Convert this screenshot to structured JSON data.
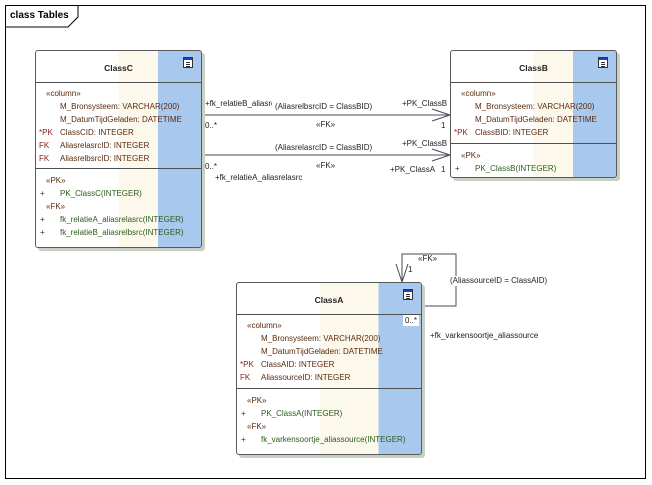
{
  "frame": {
    "label": "class Tables"
  },
  "classes": {
    "classC": {
      "name": "ClassC",
      "columns_stereotype": "«column»",
      "columns": [
        {
          "prefix": "",
          "text": "M_Bronsysteem: VARCHAR(200)"
        },
        {
          "prefix": "",
          "text": "M_DatumTijdGeladen: DATETIME"
        },
        {
          "prefix": "*PK",
          "text": "ClassCID: INTEGER"
        },
        {
          "prefix": "FK",
          "text": "AliasrelasrcID: INTEGER"
        },
        {
          "prefix": "FK",
          "text": "AliasrelbsrcID: INTEGER"
        }
      ],
      "pk_stereotype": "«PK»",
      "pk_ops": [
        {
          "prefix": "+",
          "text": "PK_ClassC(INTEGER)"
        }
      ],
      "fk_stereotype": "«FK»",
      "fk_ops": [
        {
          "prefix": "+",
          "text": "fk_relatieA_aliasrelasrc(INTEGER)"
        },
        {
          "prefix": "+",
          "text": "fk_relatieB_aliasrelbsrc(INTEGER)"
        }
      ]
    },
    "classB": {
      "name": "ClassB",
      "columns_stereotype": "«column»",
      "columns": [
        {
          "prefix": "",
          "text": "M_Bronsysteem: VARCHAR(200)"
        },
        {
          "prefix": "",
          "text": "M_DatumTijdGeladen: DATETIME"
        },
        {
          "prefix": "*PK",
          "text": "ClassBID: INTEGER"
        }
      ],
      "pk_stereotype": "«PK»",
      "pk_ops": [
        {
          "prefix": "+",
          "text": "PK_ClassB(INTEGER)"
        }
      ]
    },
    "classA": {
      "name": "ClassA",
      "columns_stereotype": "«column»",
      "columns": [
        {
          "prefix": "",
          "text": "M_Bronsysteem: VARCHAR(200)"
        },
        {
          "prefix": "",
          "text": "M_DatumTijdGeladen: DATETIME"
        },
        {
          "prefix": "*PK",
          "text": "ClassAID: INTEGER"
        },
        {
          "prefix": "FK",
          "text": "AliassourceID: INTEGER"
        }
      ],
      "pk_stereotype": "«PK»",
      "pk_ops": [
        {
          "prefix": "+",
          "text": "PK_ClassA(INTEGER)"
        }
      ],
      "fk_stereotype": "«FK»",
      "fk_ops": [
        {
          "prefix": "+",
          "text": "fk_varkensoortje_aliassource(INTEGER)"
        }
      ]
    }
  },
  "connectors": {
    "relB": {
      "source_role": "+fk_relatieB_aliasrelbsrc",
      "constraint": "(AliasrelbsrcID = ClassBID)",
      "stereotype": "«FK»",
      "source_mult": "0..*",
      "target_role": "+PK_ClassB",
      "target_mult": "1"
    },
    "relA": {
      "source_role": "+fk_relatieA_aliasrelasrc",
      "constraint": "(AliasrelasrcID = ClassBID)",
      "stereotype": "«FK»",
      "source_mult": "0..*",
      "target_role": "+PK_ClassB",
      "target_role2": "+PK_ClassA",
      "target_mult": "1"
    },
    "self": {
      "stereotype": "«FK»",
      "constraint": "(AliassourceID = ClassAID)",
      "target_mult": "1",
      "source_mult": "0..*",
      "source_role": "+fk_varkensoortje_aliassource"
    }
  }
}
